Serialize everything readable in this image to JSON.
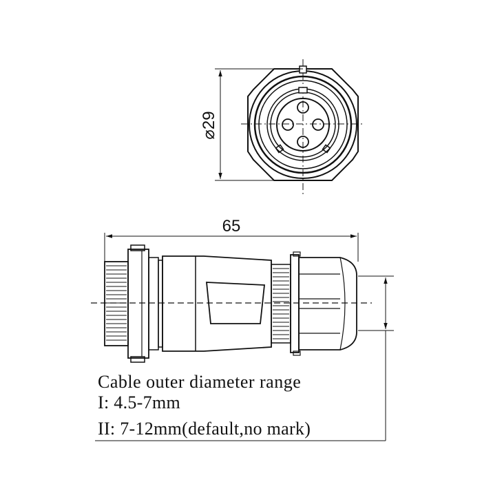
{
  "dimensions": {
    "diameter_label": "⌀29",
    "length_label": "65"
  },
  "cable_spec": {
    "title": "Cable outer  diameter range",
    "range_1": "I: 4.5-7mm",
    "range_2": "II: 7-12mm(default,no mark)"
  },
  "colors": {
    "line": "#111111",
    "background": "#ffffff"
  }
}
